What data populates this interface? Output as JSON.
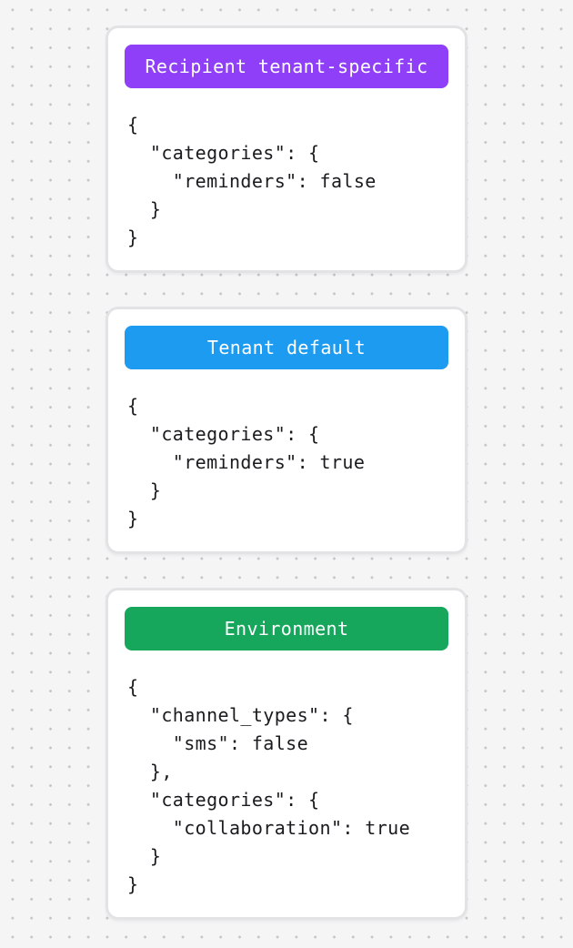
{
  "theme": {
    "page_background": "#F5F5F6",
    "dot_color": "#C6C6C9",
    "card_background": "#FFFFFF",
    "card_border": "#E3E3E6",
    "code_text_color": "#1B1B1F",
    "badge_text_color": "#FFFFFF"
  },
  "cards": [
    {
      "badge": {
        "label": "Recipient tenant-specific",
        "color": "#8F3FF7"
      },
      "code_lines": [
        "{",
        "  \"categories\": {",
        "    \"reminders\": false",
        "  }",
        "}"
      ]
    },
    {
      "badge": {
        "label": "Tenant default",
        "color": "#1D9BF0"
      },
      "code_lines": [
        "{",
        "  \"categories\": {",
        "    \"reminders\": true",
        "  }",
        "}"
      ]
    },
    {
      "badge": {
        "label": "Environment",
        "color": "#16A75C"
      },
      "code_lines": [
        "{",
        "  \"channel_types\": {",
        "    \"sms\": false",
        "  },",
        "  \"categories\": {",
        "    \"collaboration\": true",
        "  }",
        "}"
      ]
    }
  ]
}
